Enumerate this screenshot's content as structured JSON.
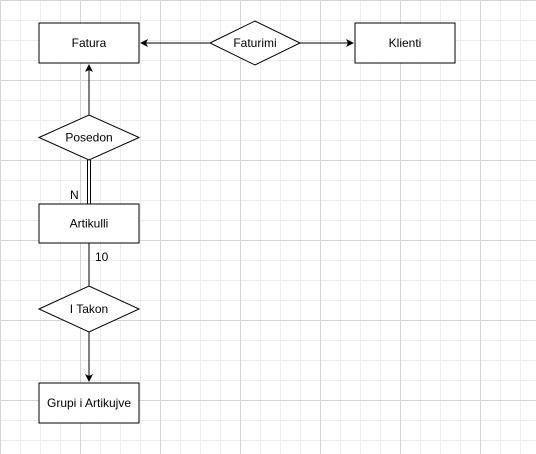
{
  "diagram": {
    "entities": {
      "fatura": "Fatura",
      "klienti": "Klienti",
      "artikulli": "Artikulli",
      "grupi": "Grupi i Artikujve"
    },
    "relationships": {
      "faturimi": "Faturimi",
      "posedon": "Posedon",
      "i_takon": "I Takon"
    },
    "cardinalities": {
      "posedon_artikulli": "N",
      "artikulli_itakon": "10"
    }
  },
  "colors": {
    "stroke": "#000000",
    "fill": "#ffffff",
    "grid_major": "#d4d4d4",
    "grid_minor": "#ededed"
  }
}
